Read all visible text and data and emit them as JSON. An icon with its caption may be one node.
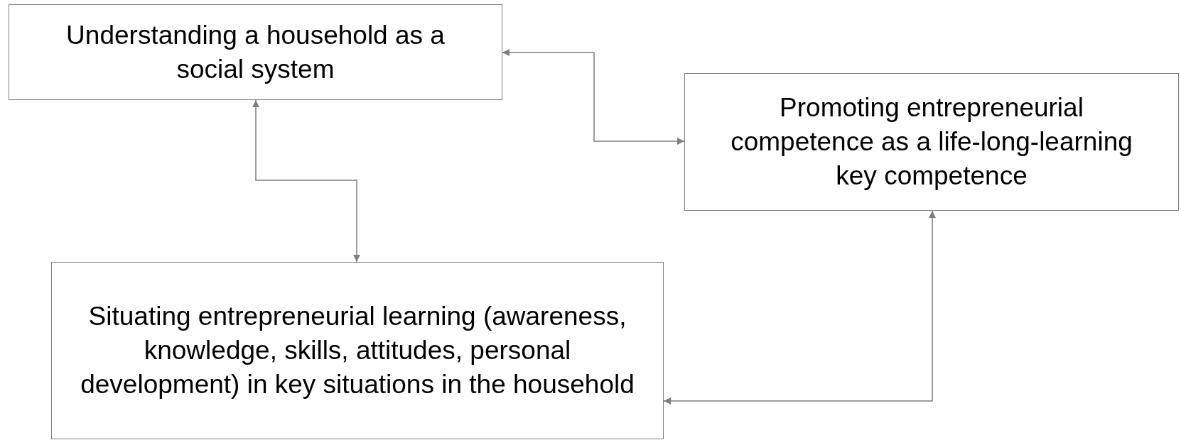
{
  "diagram": {
    "nodes": [
      {
        "text": [
          "Understanding a household as a social system"
        ]
      },
      {
        "text": [
          "Promoting entrepreneurial competence as a life-long-learning key competence"
        ]
      },
      {
        "text": [
          "Situating entrepreneurial learning (awareness, knowledge, skills, attitudes, personal development) in key situations in the household"
        ]
      }
    ],
    "edges": [
      {
        "from": 0,
        "to": 1,
        "arrow": "both"
      },
      {
        "from": 0,
        "to": 2,
        "arrow": "both"
      },
      {
        "from": 1,
        "to": 2,
        "arrow": "both"
      }
    ]
  }
}
